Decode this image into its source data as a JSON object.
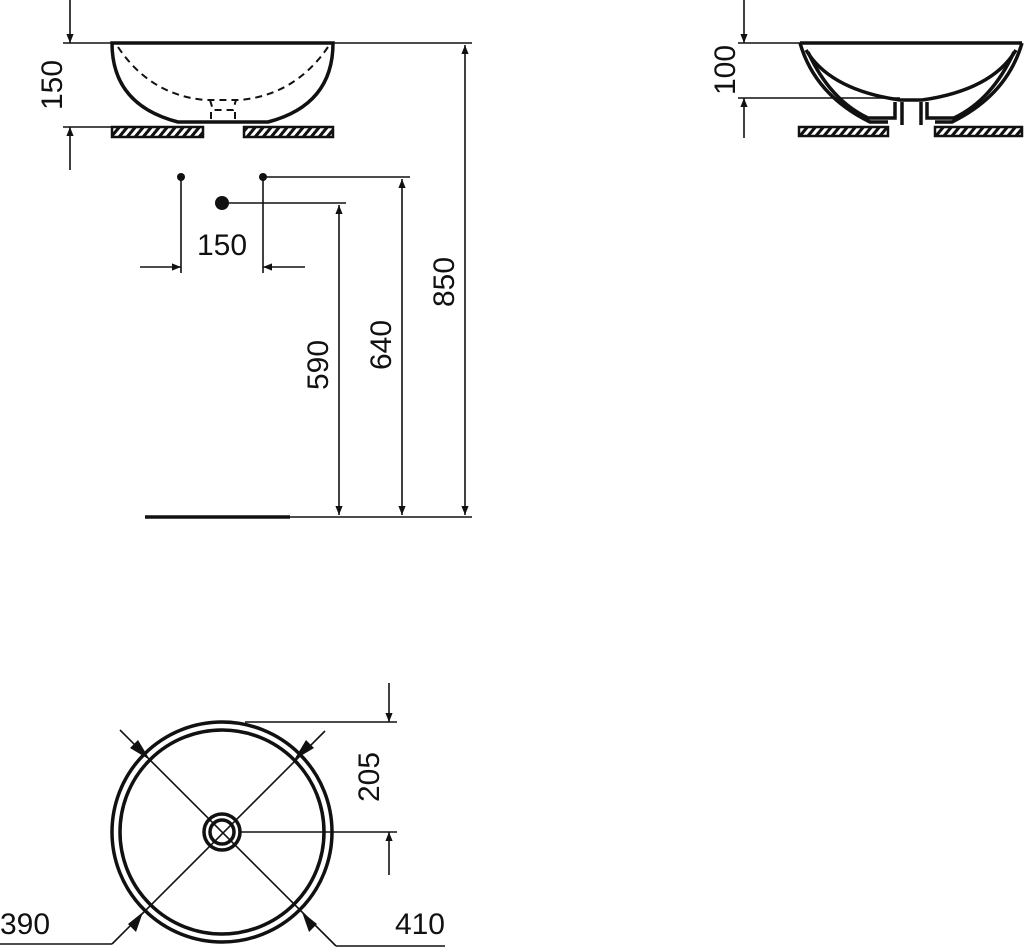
{
  "drawing": {
    "side_view": {
      "height_label": "150",
      "tap_spacing_label": "150",
      "waste_height_label": "590",
      "tap_height_label": "640",
      "rim_height_label": "850"
    },
    "section_view": {
      "inner_depth_label": "100"
    },
    "plan_view": {
      "waste_offset_label": "205",
      "inner_diameter_label": "390",
      "outer_diameter_label": "410"
    },
    "line_color": "#111111"
  }
}
